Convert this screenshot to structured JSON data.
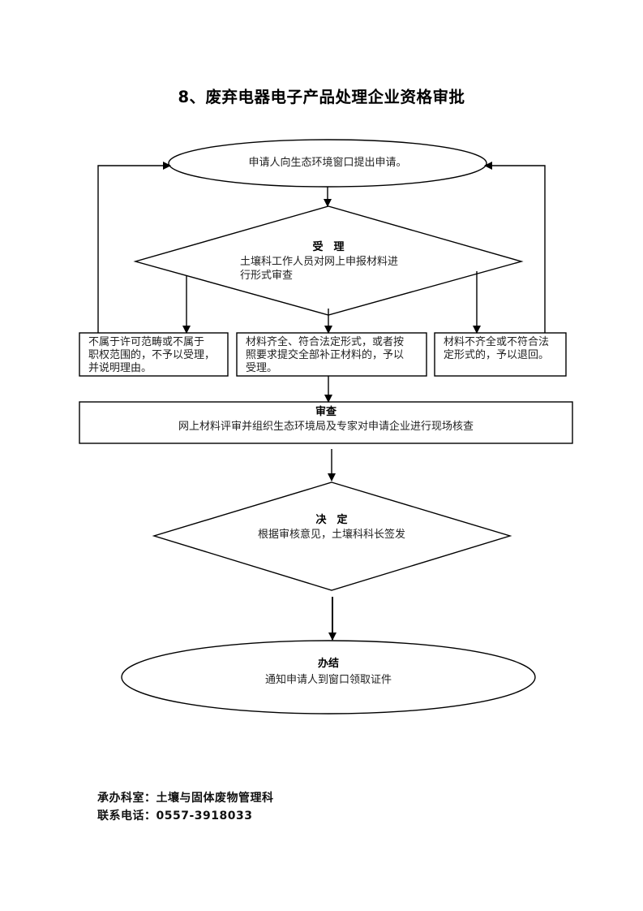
{
  "page": {
    "title": "8、废弃电器电子产品处理企业资格审批"
  },
  "flow": {
    "start": {
      "text": "申请人向生态环境窗口提出申请。"
    },
    "acceptance": {
      "heading": "受　理",
      "text_line1": "土壤科工作人员对网上申报材料进",
      "text_line2": "行形式审查"
    },
    "outcomes": {
      "reject": {
        "line1": "不属于许可范畴或不属于",
        "line2": "职权范围的，不予以受理，",
        "line3": "并说明理由。"
      },
      "accept": {
        "line1": "材料齐全、符合法定形式，或者按",
        "line2": "照要求提交全部补正材料的，予以",
        "line3": "受理。"
      },
      "return": {
        "line1": "材料不齐全或不符合法",
        "line2": "定形式的，予以退回。"
      }
    },
    "review": {
      "heading": "审查",
      "text": "网上材料评审并组织生态环境局及专家对申请企业进行现场核查"
    },
    "decision": {
      "heading": "决　定",
      "text": "根据审核意见，土壤科科长签发"
    },
    "completion": {
      "heading": "办结",
      "text": "通知申请人到窗口领取证件"
    }
  },
  "footer": {
    "department": "承办科室：土壤与固体废物管理科",
    "phone": "联系电话：0557-3918033"
  }
}
